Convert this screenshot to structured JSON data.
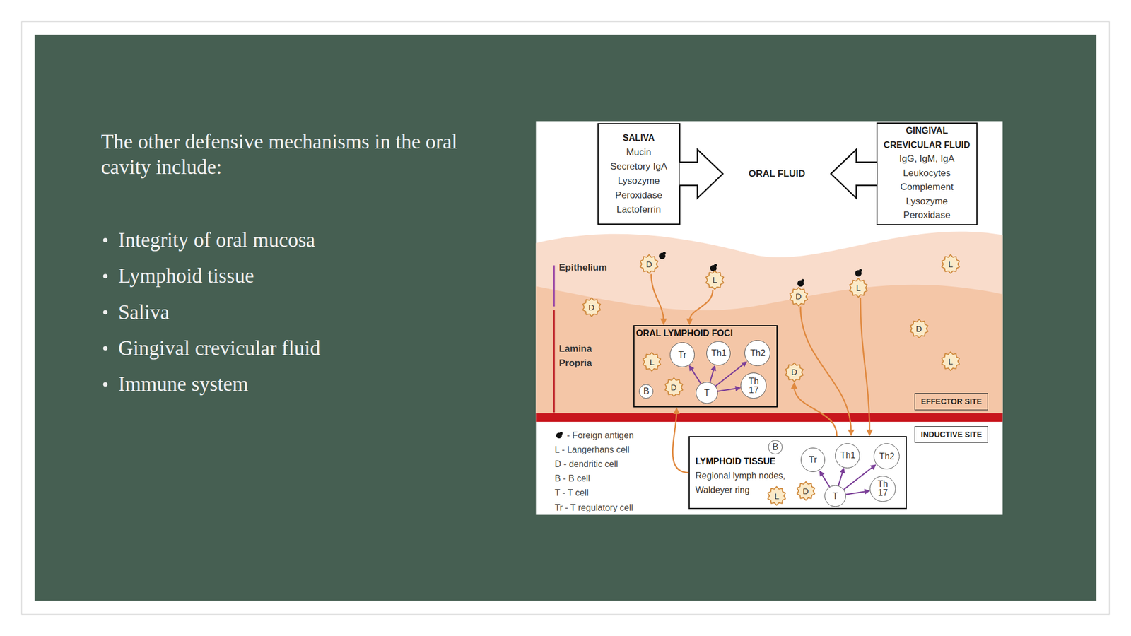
{
  "diagram": {
    "nodes": [
      {
        "text": [
          "SALIVA",
          "Mucin",
          "Secretory IgA",
          "Lysozyme",
          "Peroxidase",
          "Lactoferrin"
        ]
      },
      {
        "text": [
          "ORAL FLUID"
        ]
      },
      {
        "text": [
          "GINGIVAL CREVICULAR FLUID",
          "IgG, IgM, IgA",
          "Leukocytes",
          "Complement",
          "Lysozyme",
          "Peroxidase"
        ]
      },
      {
        "text": [
          "D"
        ]
      },
      {
        "text": [
          "L"
        ]
      },
      {
        "text": [
          "D"
        ]
      },
      {
        "text": [
          "L"
        ]
      },
      {
        "text": [
          "L"
        ]
      },
      {
        "text": [
          "D"
        ]
      },
      {
        "text": [
          "D"
        ]
      },
      {
        "text": [
          "ORAL LYMPHOID FOCI"
        ]
      },
      {
        "text": [
          "L"
        ],
        "in": 10
      },
      {
        "text": [
          "Tr"
        ],
        "in": 10
      },
      {
        "text": [
          "Th1"
        ],
        "in": 10
      },
      {
        "text": [
          "Th2"
        ],
        "in": 10
      },
      {
        "text": [
          "B"
        ],
        "in": 10
      },
      {
        "text": [
          "D"
        ],
        "in": 10
      },
      {
        "text": [
          "T"
        ],
        "in": 10
      },
      {
        "text": [
          "Th 17"
        ],
        "in": 10
      },
      {
        "text": [
          "L"
        ]
      },
      {
        "text": [
          "D"
        ]
      },
      {
        "text": [
          "EFFECTOR SITE"
        ]
      },
      {
        "text": [
          "INDUCTIVE SITE"
        ]
      },
      {
        "text": [
          "LYMPHOID TISSUE",
          "Regional lymph nodes, Waldeyer ring"
        ]
      },
      {
        "text": [
          "B"
        ],
        "in": 23
      },
      {
        "text": [
          "Tr"
        ],
        "in": 23
      },
      {
        "text": [
          "Th1"
        ],
        "in": 23
      },
      {
        "text": [
          "Th2"
        ],
        "in": 23
      },
      {
        "text": [
          "D"
        ],
        "in": 23
      },
      {
        "text": [
          "L"
        ],
        "in": 23
      },
      {
        "text": [
          "T"
        ],
        "in": 23
      },
      {
        "text": [
          "Th 17"
        ],
        "in": 23
      }
    ],
    "edges": [
      {
        "from": 0,
        "to": 1,
        "arrow": "to"
      },
      {
        "from": 2,
        "to": 1,
        "arrow": "to"
      },
      {
        "from": 3,
        "to": 10,
        "arrow": "to"
      },
      {
        "from": 4,
        "to": 10,
        "arrow": "to"
      },
      {
        "from": 5,
        "to": 23,
        "arrow": "to"
      },
      {
        "from": 6,
        "to": 23,
        "arrow": "to"
      },
      {
        "from": 23,
        "to": 10,
        "arrow": "to"
      },
      {
        "from": 23,
        "to": 20,
        "arrow": "to"
      },
      {
        "from": 17,
        "to": 12,
        "arrow": "to"
      },
      {
        "from": 17,
        "to": 13,
        "arrow": "to"
      },
      {
        "from": 17,
        "to": 14,
        "arrow": "to"
      },
      {
        "from": 17,
        "to": 18,
        "arrow": "to"
      },
      {
        "from": 30,
        "to": 25,
        "arrow": "to"
      },
      {
        "from": 30,
        "to": 26,
        "arrow": "to"
      },
      {
        "from": 30,
        "to": 27,
        "arrow": "to"
      },
      {
        "from": 30,
        "to": 31,
        "arrow": "to"
      }
    ],
    "labels": [
      "The other defensive mechanisms in the oral cavity include:",
      "Integrity of oral mucosa",
      "Lymphoid tissue",
      "Saliva",
      "Gingival crevicular fluid",
      "Immune system",
      "Epithelium",
      "Lamina Propria"
    ],
    "legend": [
      {
        "text": "- Foreign antigen"
      },
      {
        "text": "L - Langerhans cell"
      },
      {
        "text": "D - dendritic cell"
      },
      {
        "text": "B - B cell"
      },
      {
        "text": "T - T cell"
      },
      {
        "text": "Tr - T regulatory cell"
      }
    ]
  }
}
